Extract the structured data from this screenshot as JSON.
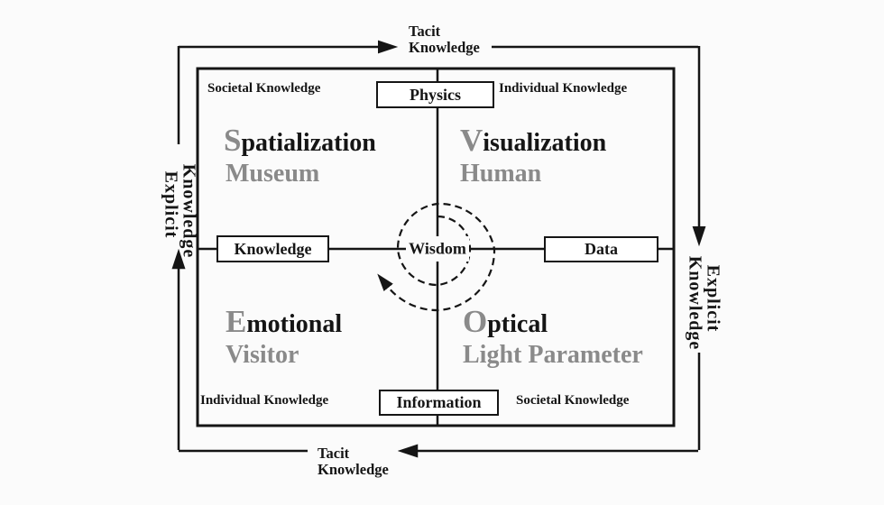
{
  "diagram_title": "Knowledge spiral quadrant diagram",
  "outer_labels": {
    "top": {
      "line1": "Tacit",
      "line2": "Knowledge"
    },
    "bottom": {
      "line1": "Tacit",
      "line2": "Knowledge"
    },
    "left": {
      "word1": "Explicit",
      "word2": "Knowledge"
    },
    "right": {
      "word1": "Explicit",
      "word2": "Knowledge"
    }
  },
  "corner_labels": {
    "top_left": "Societal Knowledge",
    "top_right": "Individual Knowledge",
    "bottom_left": "Individual Knowledge",
    "bottom_right": "Societal Knowledge"
  },
  "axis_boxes": {
    "top": "Physics",
    "right": "Data",
    "bottom": "Information",
    "left": "Knowledge"
  },
  "center": {
    "label": "Wisdom"
  },
  "quadrants": {
    "top_left": {
      "initial": "S",
      "rest": "patialization",
      "sub": "Museum"
    },
    "top_right": {
      "initial": "V",
      "rest": "isualization",
      "sub": "Human"
    },
    "bottom_left": {
      "initial": "E",
      "rest": "motional",
      "sub": "Visitor"
    },
    "bottom_right": {
      "initial": "O",
      "rest": "ptical",
      "sub": "Light Parameter"
    }
  },
  "colors": {
    "black": "#151515",
    "gray": "#8a8a8a",
    "bg": "#fbfbfb"
  }
}
